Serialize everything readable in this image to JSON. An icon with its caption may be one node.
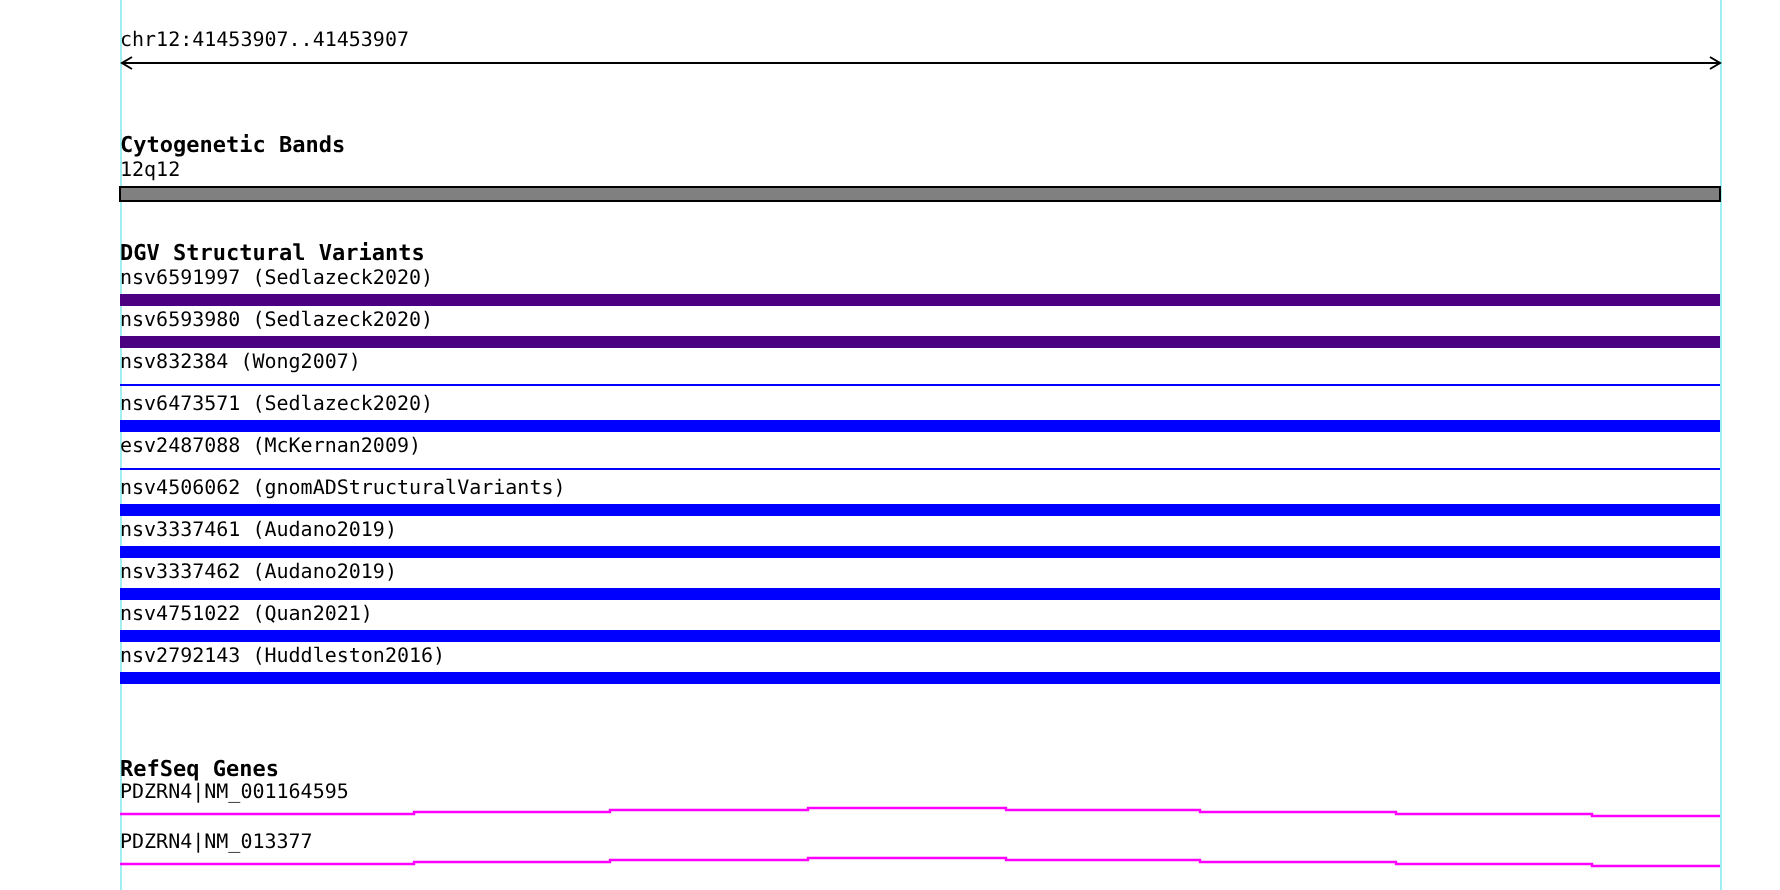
{
  "diagram": {
    "labels": [
      "chr12:41453907..41453907",
      "Cytogenetic Bands",
      "12q12",
      "DGV Structural Variants",
      "nsv6591997 (Sedlazeck2020)",
      "nsv6593980 (Sedlazeck2020)",
      "nsv832384 (Wong2007)",
      "nsv6473571 (Sedlazeck2020)",
      "esv2487088 (McKernan2009)",
      "nsv4506062 (gnomADStructuralVariants)",
      "nsv3337461 (Audano2019)",
      "nsv3337462 (Audano2019)",
      "nsv4751022 (Quan2021)",
      "nsv2792143 (Huddleston2016)",
      "RefSeq Genes",
      "PDZRN4|NM_001164595",
      "PDZRN4|NM_013377"
    ]
  }
}
